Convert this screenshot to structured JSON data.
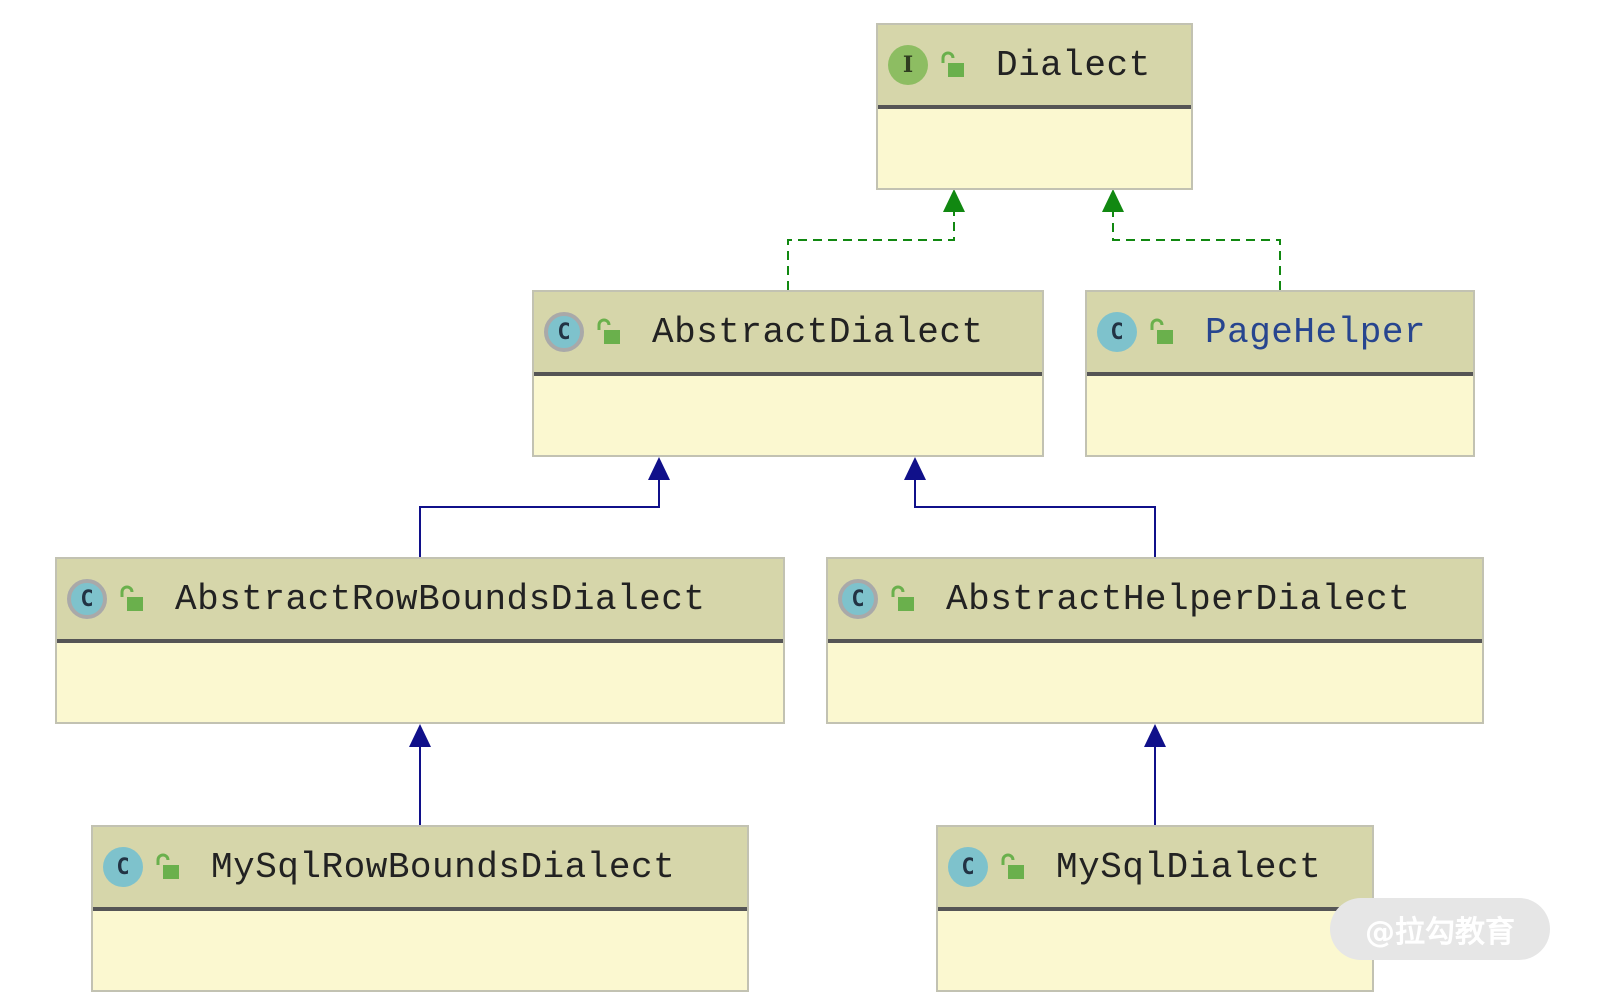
{
  "nodes": [
    {
      "id": "dialect",
      "name": "Dialect",
      "kind": "interface",
      "badge": "I",
      "link": false
    },
    {
      "id": "abstract-dialect",
      "name": "AbstractDialect",
      "kind": "abstract",
      "badge": "C",
      "link": false
    },
    {
      "id": "page-helper",
      "name": "PageHelper",
      "kind": "class",
      "badge": "C",
      "link": true
    },
    {
      "id": "abstract-row-bounds-dialect",
      "name": "AbstractRowBoundsDialect",
      "kind": "abstract",
      "badge": "C",
      "link": false
    },
    {
      "id": "abstract-helper-dialect",
      "name": "AbstractHelperDialect",
      "kind": "abstract",
      "badge": "C",
      "link": false
    },
    {
      "id": "mysql-row-bounds-dialect",
      "name": "MySqlRowBoundsDialect",
      "kind": "class",
      "badge": "C",
      "link": false
    },
    {
      "id": "mysql-dialect",
      "name": "MySqlDialect",
      "kind": "class",
      "badge": "C",
      "link": false
    }
  ],
  "edges": [
    {
      "from": "abstract-dialect",
      "to": "dialect",
      "type": "implements"
    },
    {
      "from": "page-helper",
      "to": "dialect",
      "type": "implements"
    },
    {
      "from": "abstract-row-bounds-dialect",
      "to": "abstract-dialect",
      "type": "extends"
    },
    {
      "from": "abstract-helper-dialect",
      "to": "abstract-dialect",
      "type": "extends"
    },
    {
      "from": "mysql-row-bounds-dialect",
      "to": "abstract-row-bounds-dialect",
      "type": "extends"
    },
    {
      "from": "mysql-dialect",
      "to": "abstract-helper-dialect",
      "type": "extends"
    }
  ],
  "colors": {
    "implements": "#118811",
    "extends": "#10108a",
    "header": "#d6d6aa",
    "body": "#fbf8d0",
    "link_text": "#27458f"
  },
  "watermark": "@拉勾教育"
}
